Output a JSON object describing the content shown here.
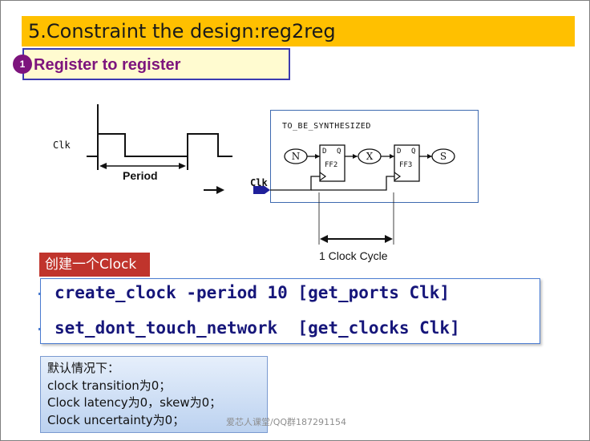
{
  "slide": {
    "title": "5.Constraint the design:reg2reg",
    "section_number": "1",
    "section_title": "Register to register"
  },
  "waveform": {
    "clk_label": "Clk",
    "period_label": "Period"
  },
  "circuit": {
    "block_name": "TO_BE_SYNTHESIZED",
    "input_node": "N",
    "middle_node": "X",
    "output_node": "S",
    "ff2": {
      "d": "D",
      "q": "Q",
      "name": "FF2"
    },
    "ff3": {
      "d": "D",
      "q": "Q",
      "name": "FF3"
    },
    "clk_pin": "Clk",
    "cycle_label": "1 Clock Cycle"
  },
  "tag_label": "创建一个Clock",
  "code_lines": [
    "create_clock -period 10 [get_ports Clk]",
    "set_dont_touch_network  [get_clocks Clk]"
  ],
  "notes": [
    "默认情况下：",
    "clock transition为0；",
    "Clock latency为0，skew为0；",
    "Clock uncertainty为0；"
  ],
  "watermark": "爱芯人课堂/QQ群187291154",
  "colors": {
    "title_bar": "#ffc000",
    "section_text": "#7d147d",
    "tag_bg": "#c0342c",
    "code_text": "#16167a",
    "pin_marker": "#1f1f9a"
  }
}
